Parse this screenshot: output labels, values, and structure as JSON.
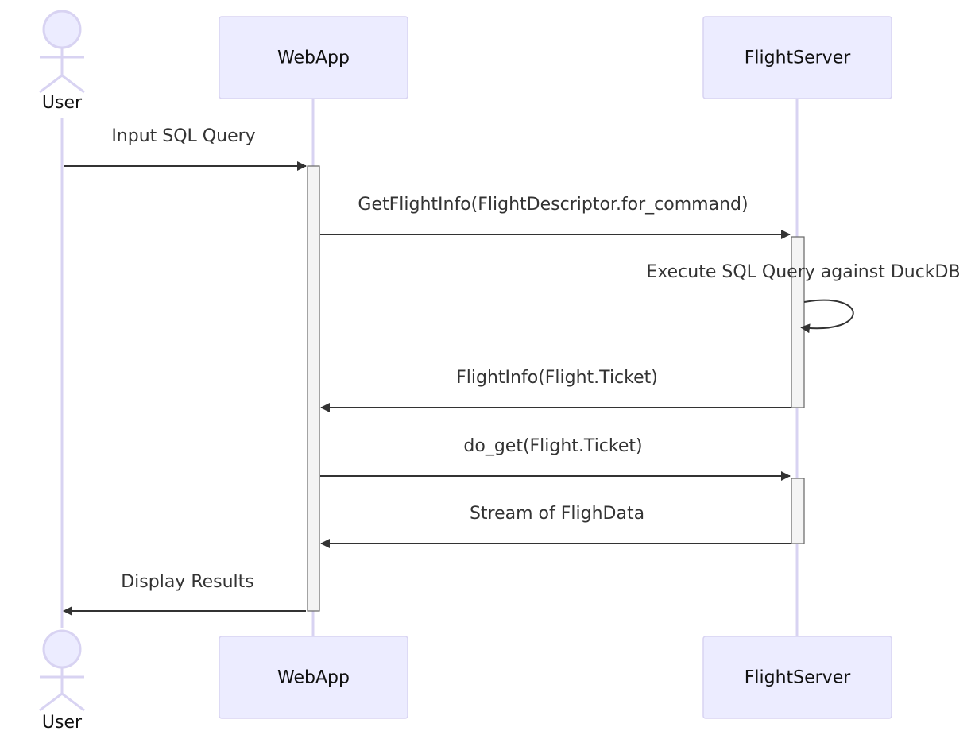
{
  "participants": {
    "user": "User",
    "webapp": "WebApp",
    "flightserver": "FlightServer"
  },
  "messages": [
    {
      "id": "input-sql",
      "from": "user",
      "to": "webapp",
      "label": "Input SQL Query"
    },
    {
      "id": "get-flight-info",
      "from": "webapp",
      "to": "flightserver",
      "label": "GetFlightInfo(FlightDescriptor.for_command)"
    },
    {
      "id": "execute-sql",
      "from": "flightserver",
      "to": "flightserver",
      "label": "Execute SQL Query against DuckDB"
    },
    {
      "id": "flight-info",
      "from": "flightserver",
      "to": "webapp",
      "label": "FlightInfo(Flight.Ticket)"
    },
    {
      "id": "do-get",
      "from": "webapp",
      "to": "flightserver",
      "label": "do_get(Flight.Ticket)"
    },
    {
      "id": "stream",
      "from": "flightserver",
      "to": "webapp",
      "label": "Stream of FlighData"
    },
    {
      "id": "display",
      "from": "webapp",
      "to": "user",
      "label": "Display Results"
    }
  ],
  "colors": {
    "participant_fill": "#ECECFF",
    "participant_stroke": "#D8D3F2",
    "message_line": "#333333",
    "activation_fill": "#F4F4F4"
  }
}
